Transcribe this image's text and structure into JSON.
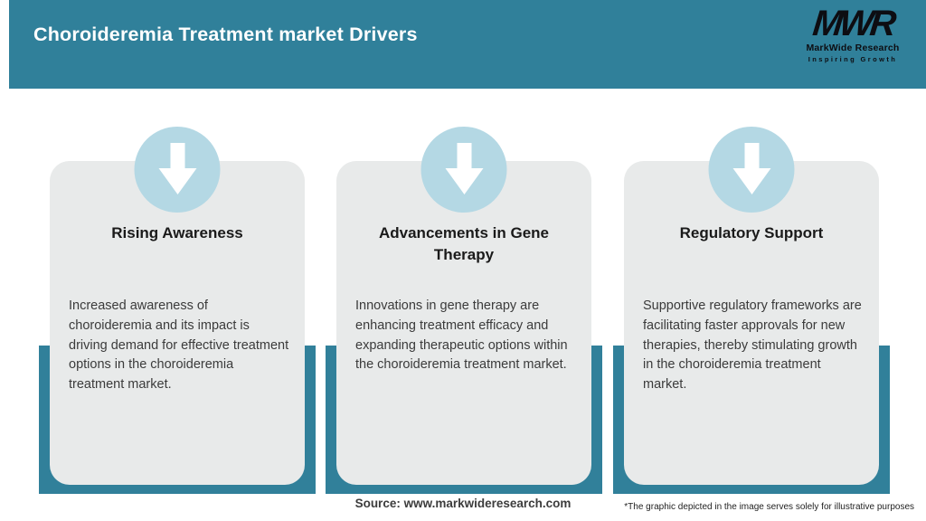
{
  "header": {
    "title": "Choroideremia Treatment market Drivers",
    "logo": {
      "acronym": "MWR",
      "name": "MarkWide Research",
      "tagline": "Inspiring Growth"
    }
  },
  "cards": [
    {
      "icon": "arrow-down-icon",
      "title": "Rising Awareness",
      "description": "Increased awareness of choroideremia and its impact is driving demand for effective treatment options in the choroideremia treatment market."
    },
    {
      "icon": "arrow-down-icon",
      "title": "Advancements in Gene Therapy",
      "description": "Innovations in gene therapy are enhancing treatment efficacy and expanding therapeutic options within the choroideremia treatment market."
    },
    {
      "icon": "arrow-down-icon",
      "title": "Regulatory Support",
      "description": "Supportive regulatory frameworks are facilitating faster approvals for new therapies, thereby stimulating growth in the choroideremia treatment market."
    }
  ],
  "footer": {
    "source": "Source: www.markwideresearch.com",
    "disclaimer": "*The graphic depicted in the image serves solely for illustrative purposes"
  },
  "colors": {
    "header_teal": "#30809a",
    "backer_teal": "#31809a",
    "circle_blue": "#b4d8e4",
    "card_gray": "#e8eaea",
    "title_text": "#1a1a1a",
    "body_text": "#3b3b3b"
  }
}
